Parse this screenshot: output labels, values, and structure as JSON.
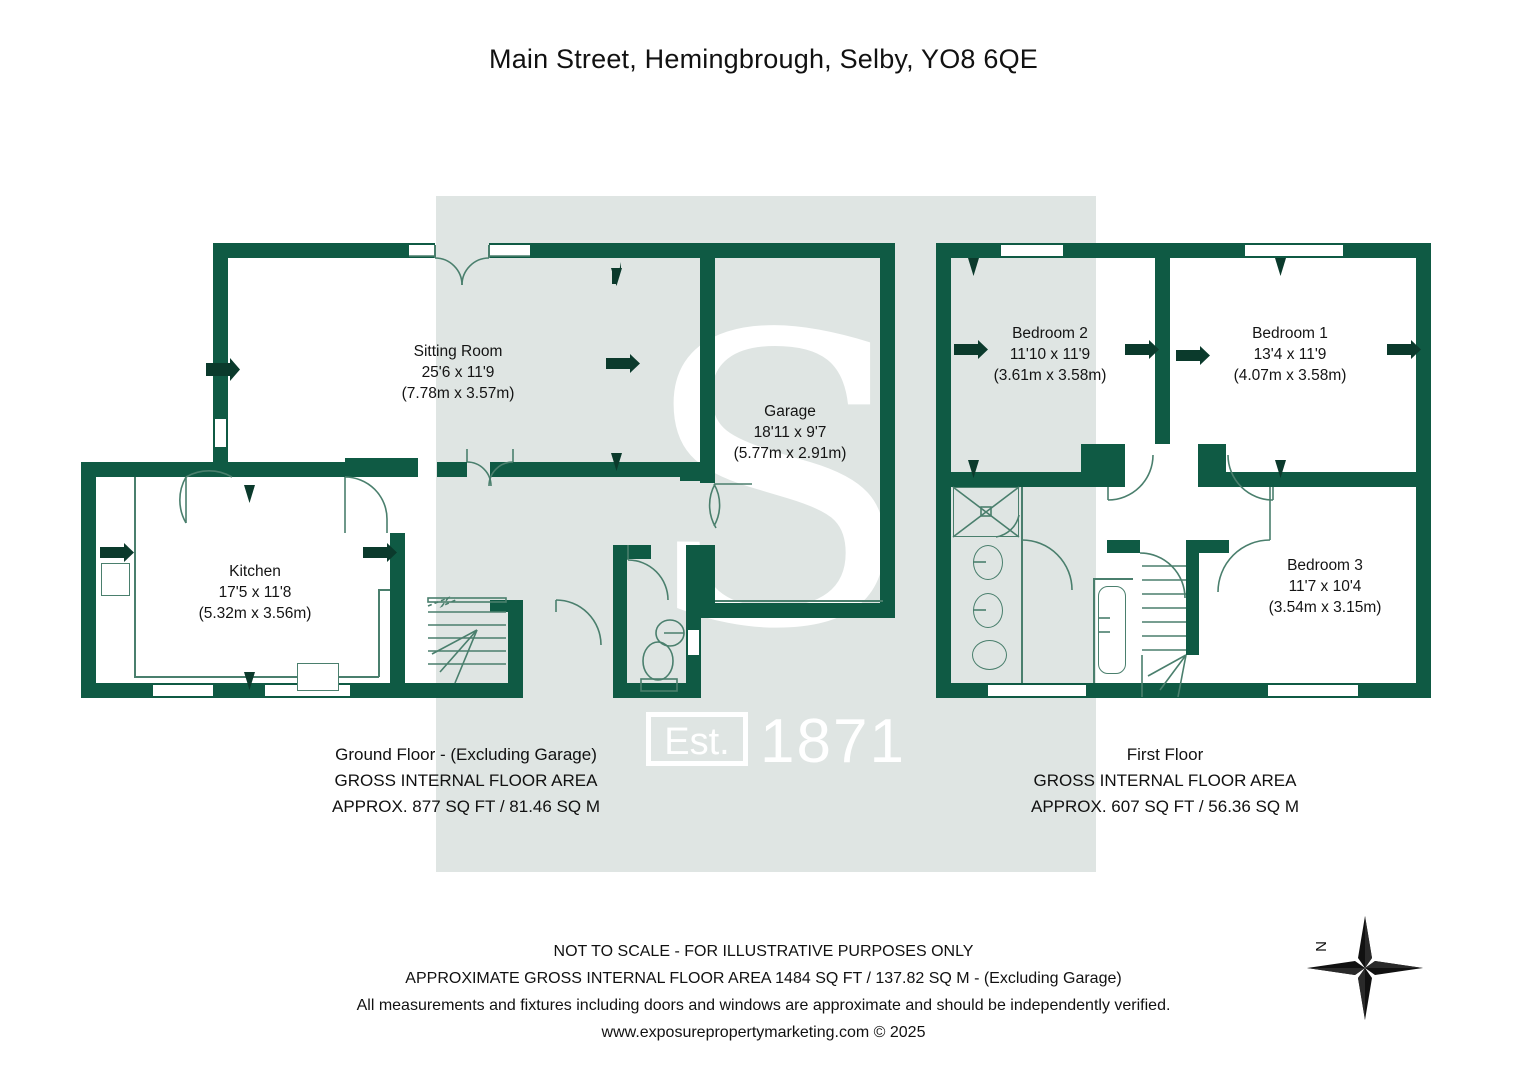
{
  "page": {
    "title": "Main Street, Hemingbrough, Selby, YO8 6QE"
  },
  "watermark": {
    "letter": "S",
    "est_label": "Est.",
    "year": "1871"
  },
  "colors": {
    "wall": "#0f5a44",
    "fixture_line": "#4a7f6d",
    "watermark_band": "#dfe5e3",
    "text": "#141414"
  },
  "ground_floor": {
    "caption": {
      "line1": "Ground Floor - (Excluding Garage)",
      "line2": "GROSS INTERNAL FLOOR AREA",
      "line3": "APPROX. 877 SQ FT / 81.46 SQ M"
    },
    "rooms": [
      {
        "name": "Sitting Room",
        "dim_imperial": "25'6 x 11'9",
        "dim_metric": "(7.78m x 3.57m)"
      },
      {
        "name": "Garage",
        "dim_imperial": "18'11 x 9'7",
        "dim_metric": "(5.77m x 2.91m)"
      },
      {
        "name": "Kitchen",
        "dim_imperial": "17'5 x 11'8",
        "dim_metric": "(5.32m x 3.56m)"
      }
    ]
  },
  "first_floor": {
    "caption": {
      "line1": "First Floor",
      "line2": "GROSS INTERNAL FLOOR AREA",
      "line3": "APPROX. 607 SQ FT / 56.36 SQ M"
    },
    "rooms": [
      {
        "name": "Bedroom 2",
        "dim_imperial": "11'10 x 11'9",
        "dim_metric": "(3.61m x 3.58m)"
      },
      {
        "name": "Bedroom 1",
        "dim_imperial": "13'4 x 11'9",
        "dim_metric": "(4.07m x 3.58m)"
      },
      {
        "name": "Bedroom 3",
        "dim_imperial": "11'7 x 10'4",
        "dim_metric": "(3.54m x 3.15m)"
      }
    ]
  },
  "compass": {
    "north_label": "N"
  },
  "footer": {
    "line1": "NOT TO SCALE - FOR ILLUSTRATIVE PURPOSES ONLY",
    "line2": "APPROXIMATE GROSS INTERNAL FLOOR AREA 1484 SQ FT / 137.82 SQ M - (Excluding Garage)",
    "line3": "All measurements and fixtures including doors and windows are approximate and should be independently verified.",
    "line4": "www.exposurepropertymarketing.com © 2025"
  }
}
